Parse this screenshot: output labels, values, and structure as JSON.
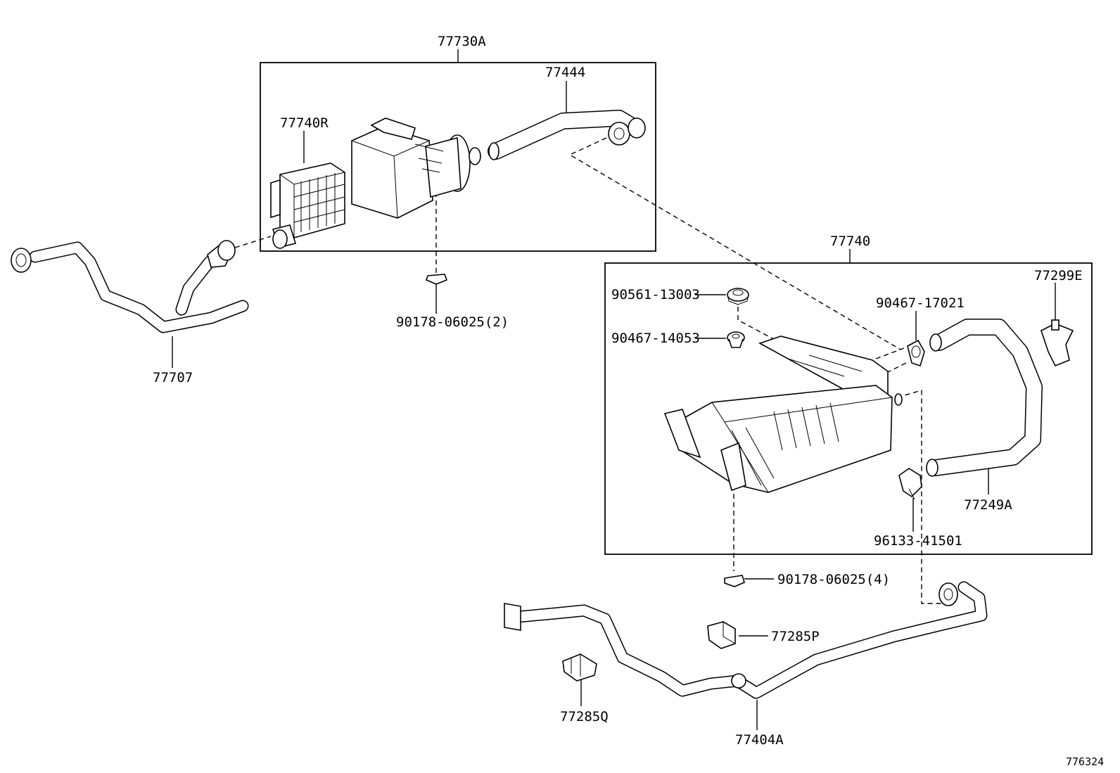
{
  "labels": {
    "p77730A": "77730A",
    "p77444": "77444",
    "p77740R": "77740R",
    "p90178_2": "90178-06025(2)",
    "p77707": "77707",
    "p77740": "77740",
    "p77299E": "77299E",
    "p90561": "90561-13003",
    "p90467_17021": "90467-17021",
    "p90467_14053": "90467-14053",
    "p77249A": "77249A",
    "p96133": "96133-41501",
    "p90178_4": "90178-06025(4)",
    "p77285P": "77285P",
    "p77285Q": "77285Q",
    "p77404A": "77404A",
    "diagram_id": "776324"
  }
}
